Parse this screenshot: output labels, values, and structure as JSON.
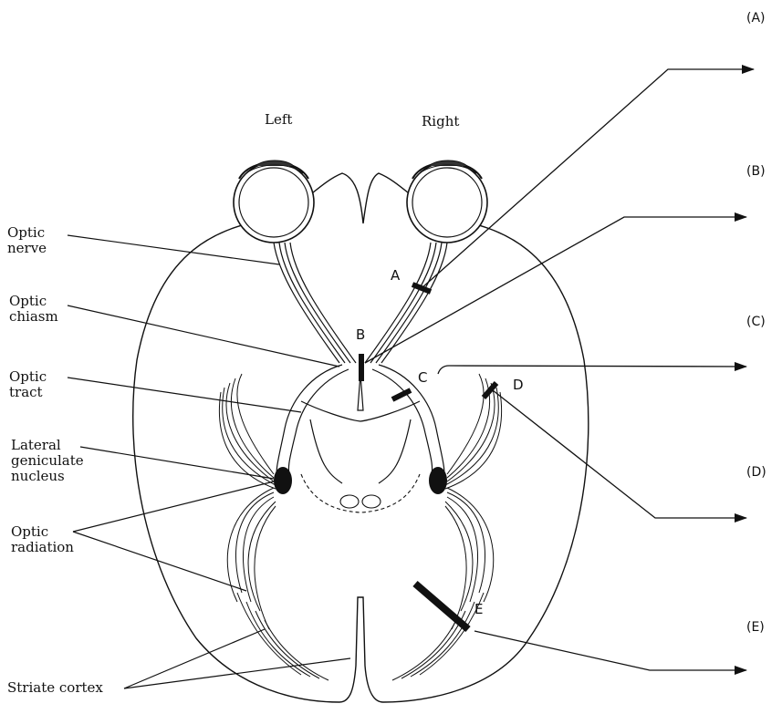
{
  "side_labels": {
    "left": "Left",
    "right": "Right"
  },
  "structures": {
    "optic_nerve": [
      "Optic",
      "nerve"
    ],
    "optic_chiasm": [
      "Optic",
      "chiasm"
    ],
    "optic_tract": [
      "Optic",
      "tract"
    ],
    "lateral_geniculate_nucleus": [
      "Lateral",
      "geniculate",
      "nucleus"
    ],
    "optic_radiation": [
      "Optic",
      "radiation"
    ],
    "striate_cortex": "Striate cortex"
  },
  "lesions": {
    "a": "A",
    "b": "B",
    "c": "C",
    "d": "D",
    "e": "E"
  },
  "panels": {
    "a": "(A)",
    "b": "(B)",
    "c": "(C)",
    "d": "(D)",
    "e": "(E)"
  },
  "colors": {
    "ink": "#111111",
    "background": "#ffffff"
  }
}
